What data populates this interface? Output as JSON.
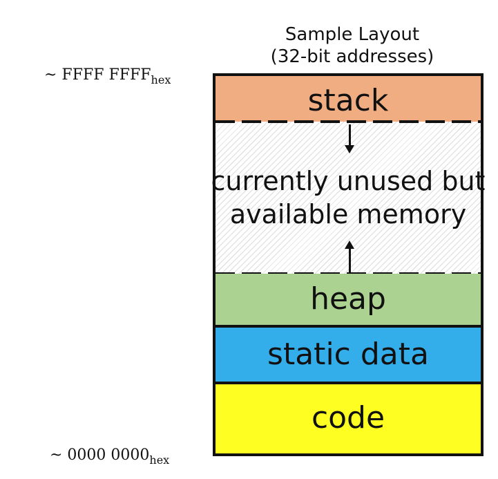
{
  "title": {
    "line1": "Sample Layout",
    "line2": "(32-bit addresses)"
  },
  "addresses": {
    "top": {
      "value": "~ FFFF FFFF",
      "subscript": "hex"
    },
    "bottom": {
      "value": "~ 0000 0000",
      "subscript": "hex"
    }
  },
  "regions": {
    "stack": "stack",
    "unused_line1": "currently unused but",
    "unused_line2": "available memory",
    "heap": "heap",
    "static_data": "static data",
    "code": "code"
  },
  "colors": {
    "stack": "#f0ad82",
    "heap": "#acd291",
    "static_data": "#33aeeb",
    "code": "#fefe22"
  },
  "icons": {
    "stack_growth": "arrow-down-icon",
    "heap_growth": "arrow-up-icon"
  }
}
